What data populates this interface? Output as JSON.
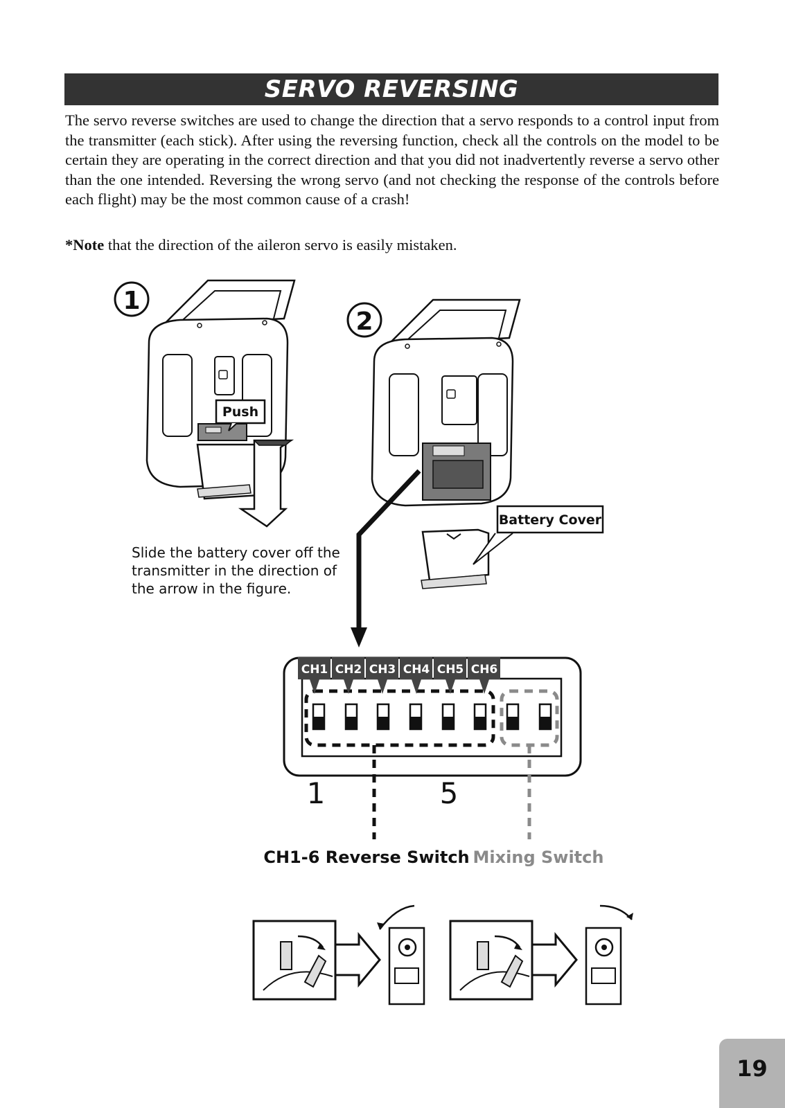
{
  "header": {
    "title": "SERVO REVERSING"
  },
  "body": {
    "paragraph": "The servo reverse switches are used to change the direction that a servo responds to a control input from the transmitter (each stick). After using the reversing function, check all the controls on the model to be certain they are operating in the correct direction and that you did not inadvertently reverse a servo other than the one intended. Reversing the wrong servo (and not checking the response of the controls before each flight) may be the most common cause of a crash!",
    "note_bold": "*Note",
    "note_rest": " that the direction of the aileron servo is easily mistaken."
  },
  "figure": {
    "step1_number": "①",
    "step2_number": "②",
    "push_label": "Push",
    "battery_cover_label": "Battery Cover",
    "caption": "Slide the battery cover off the transmitter in the direction of the arrow in the figure.",
    "channel_labels": [
      "CH1",
      "CH2",
      "CH3",
      "CH4",
      "CH5",
      "CH6"
    ],
    "dip_numbers": [
      "1",
      "5"
    ],
    "reverse_switch_label": "CH1-6 Reverse Switch",
    "mixing_switch_label": "Mixing Switch"
  },
  "colors": {
    "title_bar": "#333333",
    "mixing_gray": "#8a8a8a",
    "page_tab": "#b3b3b3"
  },
  "page_number": "19"
}
